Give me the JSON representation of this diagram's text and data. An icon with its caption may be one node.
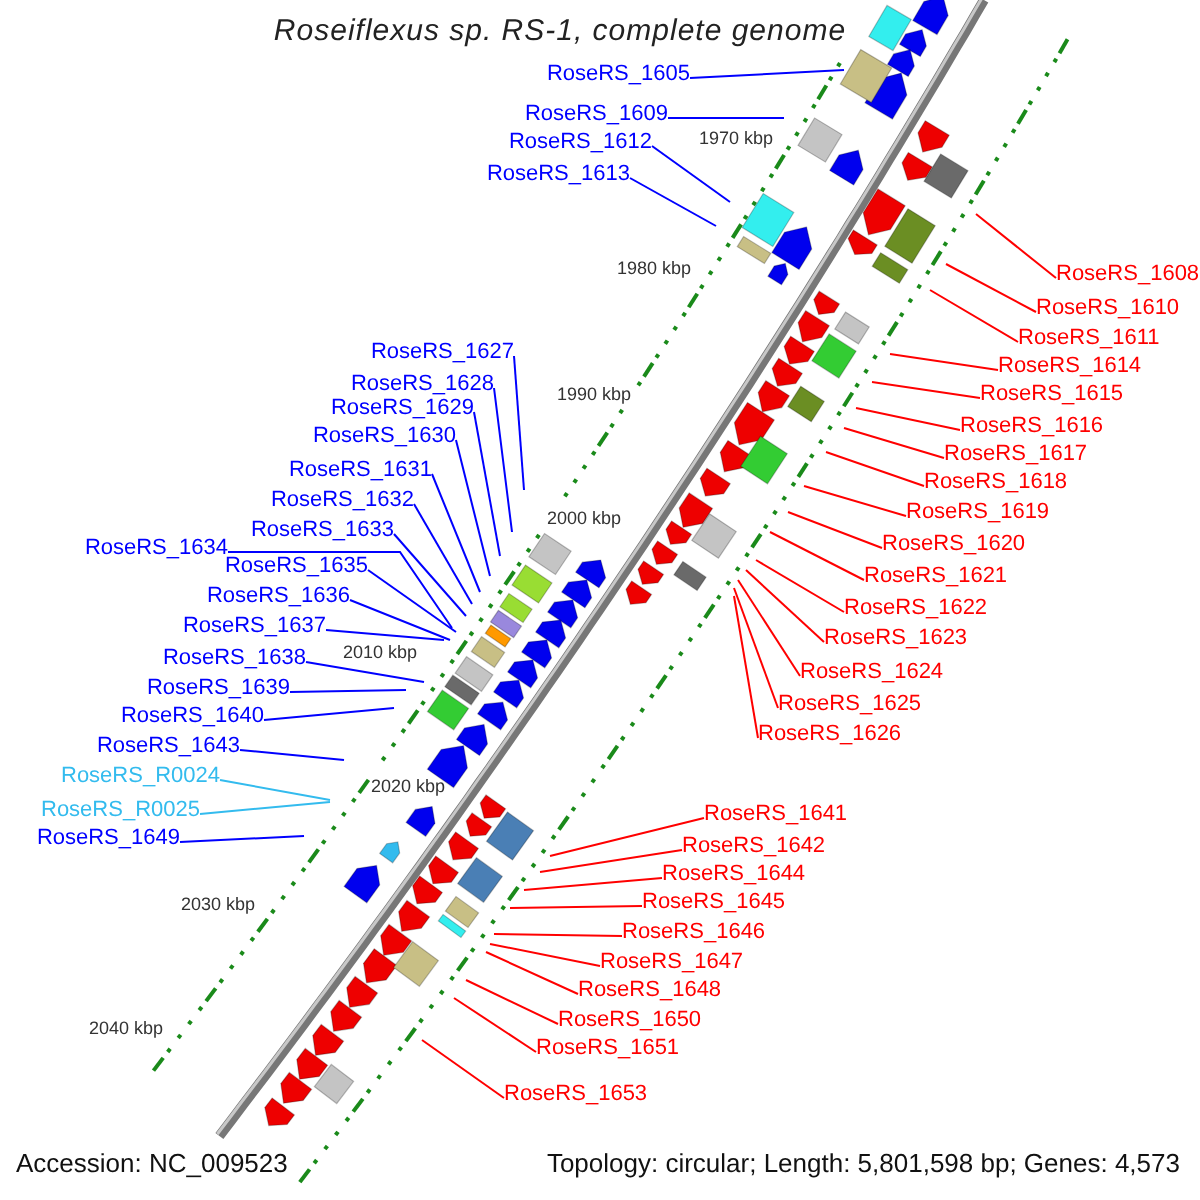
{
  "diagram": {
    "title": "Roseiflexus sp. RS-1, complete genome",
    "nodes": [
      {
        "text": [
          "RoseRS_1605"
        ]
      },
      {
        "text": [
          "RoseRS_1609"
        ]
      },
      {
        "text": [
          "RoseRS_1612"
        ]
      },
      {
        "text": [
          "RoseRS_1613"
        ]
      },
      {
        "text": [
          "RoseRS_1608"
        ]
      },
      {
        "text": [
          "RoseRS_1610"
        ]
      },
      {
        "text": [
          "RoseRS_1611"
        ]
      },
      {
        "text": [
          "RoseRS_1614"
        ]
      },
      {
        "text": [
          "RoseRS_1615"
        ]
      },
      {
        "text": [
          "RoseRS_1616"
        ]
      },
      {
        "text": [
          "RoseRS_1617"
        ]
      },
      {
        "text": [
          "RoseRS_1618"
        ]
      },
      {
        "text": [
          "RoseRS_1619"
        ]
      },
      {
        "text": [
          "RoseRS_1620"
        ]
      },
      {
        "text": [
          "RoseRS_1621"
        ]
      },
      {
        "text": [
          "RoseRS_1622"
        ]
      },
      {
        "text": [
          "RoseRS_1623"
        ]
      },
      {
        "text": [
          "RoseRS_1624"
        ]
      },
      {
        "text": [
          "RoseRS_1625"
        ]
      },
      {
        "text": [
          "RoseRS_1626"
        ]
      },
      {
        "text": [
          "RoseRS_1627"
        ]
      },
      {
        "text": [
          "RoseRS_1628"
        ]
      },
      {
        "text": [
          "RoseRS_1629"
        ]
      },
      {
        "text": [
          "RoseRS_1630"
        ]
      },
      {
        "text": [
          "RoseRS_1631"
        ]
      },
      {
        "text": [
          "RoseRS_1632"
        ]
      },
      {
        "text": [
          "RoseRS_1633"
        ]
      },
      {
        "text": [
          "RoseRS_1634"
        ]
      },
      {
        "text": [
          "RoseRS_1635"
        ]
      },
      {
        "text": [
          "RoseRS_1636"
        ]
      },
      {
        "text": [
          "RoseRS_1637"
        ]
      },
      {
        "text": [
          "RoseRS_1638"
        ]
      },
      {
        "text": [
          "RoseRS_1639"
        ]
      },
      {
        "text": [
          "RoseRS_1640"
        ]
      },
      {
        "text": [
          "RoseRS_1643"
        ]
      },
      {
        "text": [
          "RoseRS_R0024"
        ]
      },
      {
        "text": [
          "RoseRS_R0025"
        ]
      },
      {
        "text": [
          "RoseRS_1649"
        ]
      },
      {
        "text": [
          "RoseRS_1641"
        ]
      },
      {
        "text": [
          "RoseRS_1642"
        ]
      },
      {
        "text": [
          "RoseRS_1644"
        ]
      },
      {
        "text": [
          "RoseRS_1645"
        ]
      },
      {
        "text": [
          "RoseRS_1646"
        ]
      },
      {
        "text": [
          "RoseRS_1647"
        ]
      },
      {
        "text": [
          "RoseRS_1648"
        ]
      },
      {
        "text": [
          "RoseRS_1650"
        ]
      },
      {
        "text": [
          "RoseRS_1651"
        ]
      },
      {
        "text": [
          "RoseRS_1653"
        ]
      }
    ],
    "edges": [
      {
        "from": 0,
        "to": null,
        "arrow": "none",
        "color": "#0000ff"
      },
      {
        "from": 1,
        "to": null,
        "arrow": "none",
        "color": "#0000ff"
      },
      {
        "from": 2,
        "to": null,
        "arrow": "none",
        "color": "#0000ff"
      },
      {
        "from": 3,
        "to": null,
        "arrow": "none",
        "color": "#0000ff"
      },
      {
        "from": 4,
        "to": null,
        "arrow": "none"
      },
      {
        "from": 5,
        "to": null,
        "arrow": "none"
      },
      {
        "from": 6,
        "to": null,
        "arrow": "none"
      },
      {
        "from": 7,
        "to": null,
        "arrow": "none"
      },
      {
        "from": 8,
        "to": null,
        "arrow": "none"
      },
      {
        "from": 9,
        "to": null,
        "arrow": "none"
      },
      {
        "from": 10,
        "to": null,
        "arrow": "none"
      },
      {
        "from": 11,
        "to": null,
        "arrow": "none"
      },
      {
        "from": 12,
        "to": null,
        "arrow": "none"
      },
      {
        "from": 13,
        "to": null,
        "arrow": "none"
      },
      {
        "from": 14,
        "to": null,
        "arrow": "none"
      },
      {
        "from": 15,
        "to": null,
        "arrow": "none"
      },
      {
        "from": 16,
        "to": null,
        "arrow": "none"
      },
      {
        "from": 17,
        "to": null,
        "arrow": "none"
      },
      {
        "from": 18,
        "to": null,
        "arrow": "none"
      },
      {
        "from": 19,
        "to": null,
        "arrow": "none"
      },
      {
        "from": 20,
        "to": null,
        "arrow": "none",
        "color": "#0000ff"
      },
      {
        "from": 21,
        "to": null,
        "arrow": "none",
        "color": "#0000ff"
      },
      {
        "from": 22,
        "to": null,
        "arrow": "none",
        "color": "#0000ff"
      },
      {
        "from": 23,
        "to": null,
        "arrow": "none",
        "color": "#0000ff"
      },
      {
        "from": 24,
        "to": null,
        "arrow": "none",
        "color": "#0000ff"
      },
      {
        "from": 25,
        "to": null,
        "arrow": "none",
        "color": "#0000ff"
      },
      {
        "from": 26,
        "to": null,
        "arrow": "none",
        "color": "#0000ff"
      },
      {
        "from": 27,
        "to": null,
        "arrow": "none",
        "color": "#0000ff"
      },
      {
        "from": 28,
        "to": null,
        "arrow": "none",
        "color": "#0000ff"
      },
      {
        "from": 29,
        "to": null,
        "arrow": "none",
        "color": "#0000ff"
      },
      {
        "from": 30,
        "to": null,
        "arrow": "none",
        "color": "#0000ff"
      },
      {
        "from": 31,
        "to": null,
        "arrow": "none",
        "color": "#0000ff"
      },
      {
        "from": 32,
        "to": null,
        "arrow": "none",
        "color": "#0000ff"
      },
      {
        "from": 33,
        "to": null,
        "arrow": "none",
        "color": "#0000ff"
      },
      {
        "from": 34,
        "to": null,
        "arrow": "none",
        "color": "#0000ff"
      },
      {
        "from": 35,
        "to": null,
        "arrow": "none",
        "color": "#33bbee"
      },
      {
        "from": 36,
        "to": null,
        "arrow": "none",
        "color": "#33bbee"
      },
      {
        "from": 37,
        "to": null,
        "arrow": "none",
        "color": "#0000ff"
      },
      {
        "from": 38,
        "to": null,
        "arrow": "none"
      },
      {
        "from": 39,
        "to": null,
        "arrow": "none"
      },
      {
        "from": 40,
        "to": null,
        "arrow": "none"
      },
      {
        "from": 41,
        "to": null,
        "arrow": "none"
      },
      {
        "from": 42,
        "to": null,
        "arrow": "none"
      },
      {
        "from": 43,
        "to": null,
        "arrow": "none"
      },
      {
        "from": 44,
        "to": null,
        "arrow": "none"
      },
      {
        "from": 45,
        "to": null,
        "arrow": "none"
      },
      {
        "from": 46,
        "to": null,
        "arrow": "none"
      },
      {
        "from": 47,
        "to": null,
        "arrow": "none"
      }
    ],
    "labels": [
      "1970 kbp",
      "1980 kbp",
      "1990 kbp",
      "2000 kbp",
      "2010 kbp",
      "2020 kbp",
      "2030 kbp",
      "2040 kbp",
      "Accession: NC_009523",
      "Topology: circular; Length: 5,801,598 bp; Genes: 4,573"
    ]
  }
}
